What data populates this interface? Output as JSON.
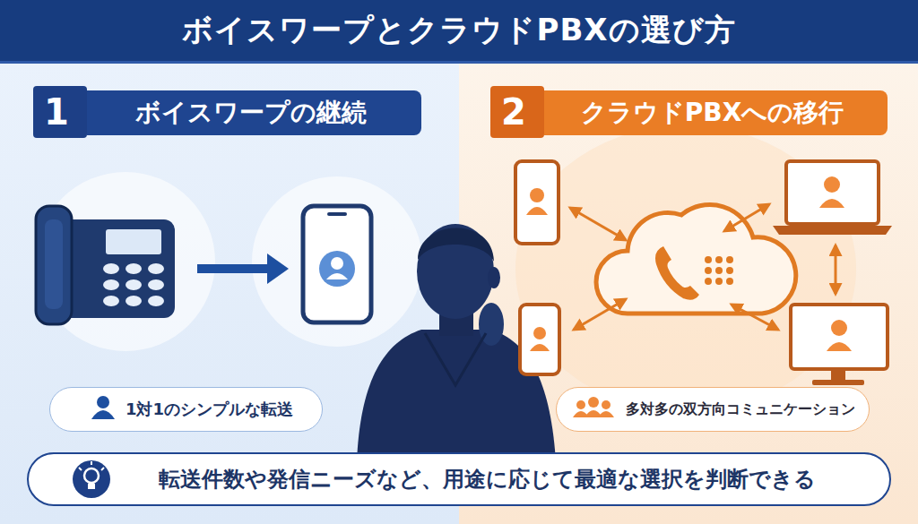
{
  "diagram": {
    "title": "ボイスワープとクラウドPBXの選び方",
    "nodes": [
      {
        "text": [
          "1"
        ]
      },
      {
        "text": [
          "ボイスワープの継続"
        ]
      },
      {
        "text": [
          "1対1のシンプルな転送"
        ]
      },
      {
        "text": [
          "2"
        ]
      },
      {
        "text": [
          "クラウドPBXへの移行"
        ]
      },
      {
        "text": [
          "多対多の双方向コミュニケーション"
        ]
      },
      {
        "text": [
          "転送件数や発信ニーズなど、用途に応じて最適な選択を判断できる"
        ]
      }
    ]
  }
}
